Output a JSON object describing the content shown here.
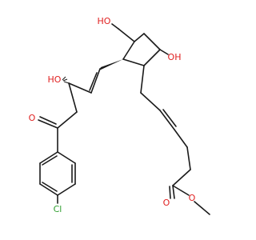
{
  "structure": {
    "atom_labels": {
      "ho_top_left": "HO",
      "oh_top_right": "OH",
      "ho_side_chain": "HO",
      "ketone_o": "O",
      "ester_carbonyl_o": "O",
      "ester_ether_o": "O",
      "chlorine": "Cl"
    },
    "colors": {
      "oxygen": "#e02020",
      "chlorine": "#2e9e2e",
      "bond": "#1a1a1a"
    }
  }
}
